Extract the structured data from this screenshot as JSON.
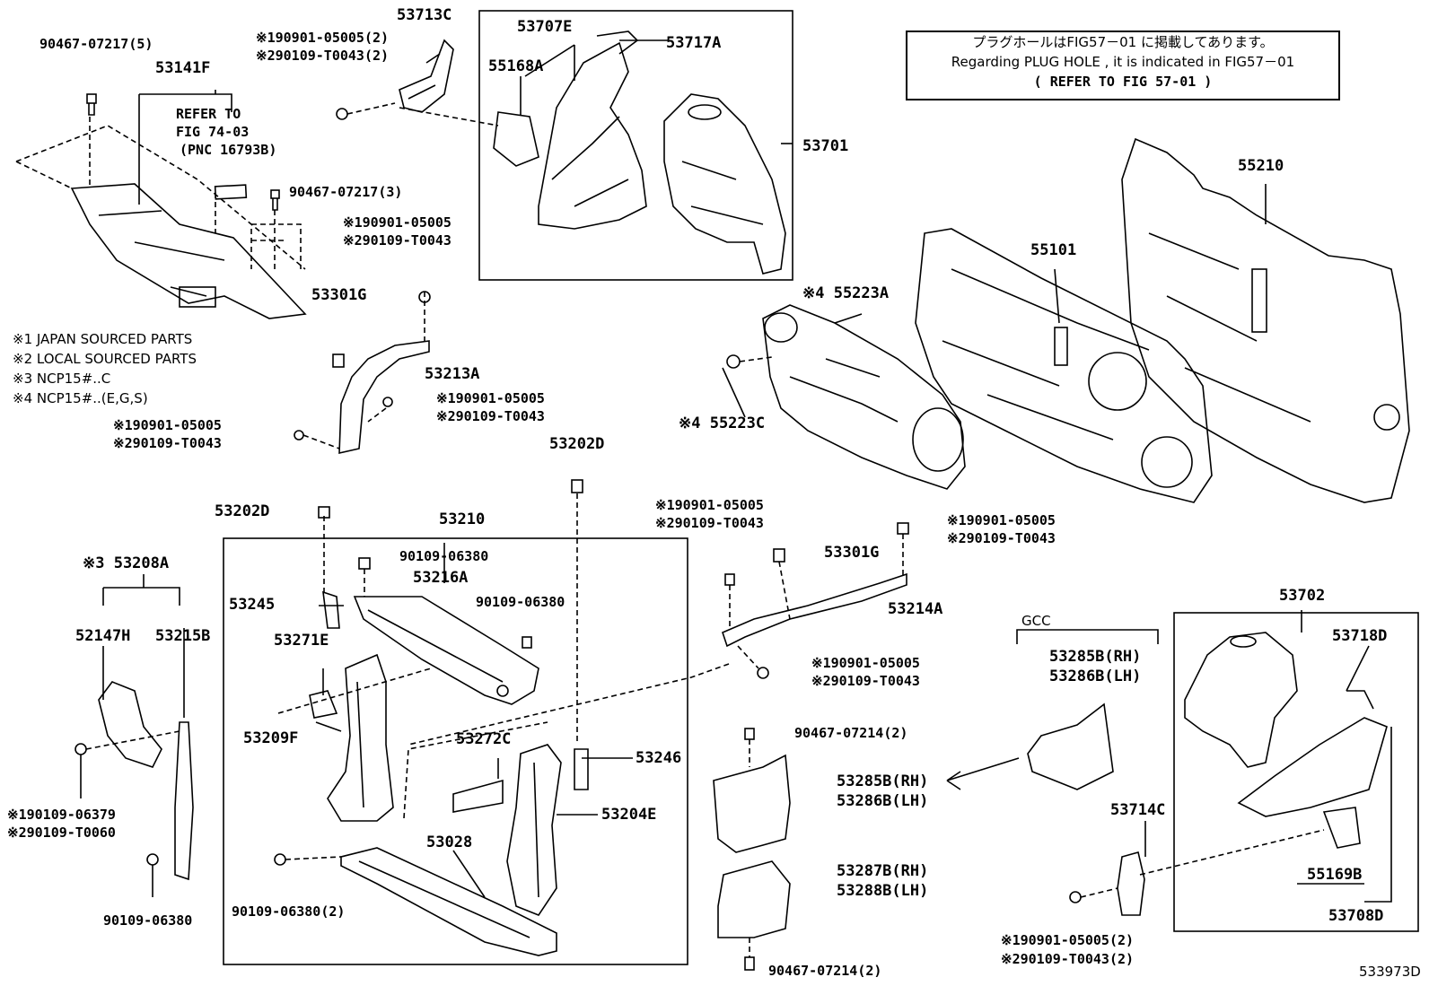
{
  "notice": {
    "line1": "プラグホールはFIG57－01 に掲載してあります。",
    "line2": "Regarding  PLUG  HOLE  ,  it  is  indicated  in  FIG57－01",
    "line3": "(  REFER TO FIG 57-01 )"
  },
  "legend": [
    "※1 JAPAN SOURCED PARTS",
    "※2 LOCAL SOURCED PARTS",
    "※3 NCP15#..C",
    "※4 NCP15#..(E,G,S)"
  ],
  "refer_note": {
    "line1": "REFER TO",
    "line2": "FIG 74-03",
    "line3": "(PNC 16793B)"
  },
  "group_label": "GCC",
  "labels": {
    "l_90467_07217_5": "90467-07217(5)",
    "l_53141F": "53141F",
    "l_90467_07217_3": "90467-07217(3)",
    "l_53713C": "53713C",
    "l_c1_90901_05005_2_a": "※190901-05005(2)",
    "l_c2_90109_T0043_2_a": "※290109-T0043(2)",
    "l_53707E": "53707E",
    "l_53717A": "53717A",
    "l_55168A": "55168A",
    "l_53701": "53701",
    "l_c1_90901_05005_b": "※190901-05005",
    "l_c2_90109_T0043_b": "※290109-T0043",
    "l_53301G_a": "53301G",
    "l_53213A": "53213A",
    "l_c1_90901_05005_c": "※190901-05005",
    "l_c2_90109_T0043_c": "※290109-T0043",
    "l_c1_90901_05005_d": "※190901-05005",
    "l_c2_90109_T0043_d": "※290109-T0043",
    "l_55210": "55210",
    "l_55101": "55101",
    "l_c4_55223A": "※4 55223A",
    "l_c4_55223C": "※4 55223C",
    "l_53202D_a": "53202D",
    "l_53202D_b": "53202D",
    "l_53210": "53210",
    "l_90109_06380_a": "90109-06380",
    "l_53216A": "53216A",
    "l_90109_06380_b": "90109-06380",
    "l_53245": "53245",
    "l_53271E": "53271E",
    "l_53209F": "53209F",
    "l_53272C": "53272C",
    "l_53246": "53246",
    "l_53204E": "53204E",
    "l_53028": "53028",
    "l_90109_06380_2": "90109-06380(2)",
    "l_c3_53208A": "※3 53208A",
    "l_52147H": "52147H",
    "l_53215B": "53215B",
    "l_c1_90109_06379": "※190109-06379",
    "l_c2_90109_T0060": "※290109-T0060",
    "l_90109_06380_c": "90109-06380",
    "l_c1_90901_05005_e": "※190901-05005",
    "l_c2_90109_T0043_e": "※290109-T0043",
    "l_53301G_b": "53301G",
    "l_c1_90901_05005_f": "※190901-05005",
    "l_c2_90109_T0043_f": "※290109-T0043",
    "l_53214A": "53214A",
    "l_c1_90901_05005_g": "※190901-05005",
    "l_c2_90109_T0043_g": "※290109-T0043",
    "l_90467_07214_2_a": "90467-07214(2)",
    "l_53285B_RH_a": "53285B(RH)",
    "l_53286B_LH_a": "53286B(LH)",
    "l_53287B_RH": "53287B(RH)",
    "l_53288B_LH": "53288B(LH)",
    "l_90467_07214_2_b": "90467-07214(2)",
    "l_53285B_RH_b": "53285B(RH)",
    "l_53286B_LH_b": "53286B(LH)",
    "l_53714C": "53714C",
    "l_c1_90901_05005_2_h": "※190901-05005(2)",
    "l_c2_90109_T0043_2_h": "※290109-T0043(2)",
    "l_53702": "53702",
    "l_53718D": "53718D",
    "l_55169B": "55169B",
    "l_53708D": "53708D"
  },
  "drawing_number": "533973D"
}
